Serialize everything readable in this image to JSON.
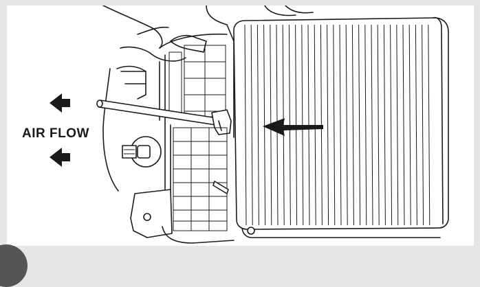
{
  "diagram": {
    "airflow_label": "AIR FLOW",
    "arrows": [
      {
        "name": "airflow-arrow-upper",
        "direction": "left"
      },
      {
        "name": "airflow-arrow-lower",
        "direction": "left"
      },
      {
        "name": "filter-insert-arrow",
        "direction": "left"
      }
    ],
    "colors": {
      "line": "#1a1a1a",
      "panel": "#ffffff",
      "background": "#e6e6e6"
    }
  }
}
